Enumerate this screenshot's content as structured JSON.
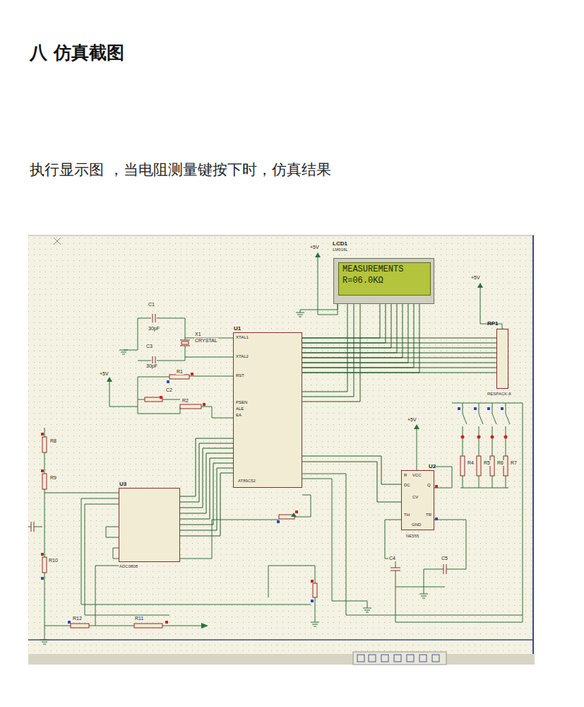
{
  "diagram": {
    "title": "八 仿真截图",
    "caption": "执行显示图 ，当电阻测量键按下时，仿真结果",
    "nodes": [
      {
        "text": [
          "LCD1",
          "LM016L",
          "MEASUREMENTS",
          "R=06.0KΩ"
        ]
      },
      {
        "text": [
          "U1",
          "AT89C52"
        ]
      },
      {
        "text": [
          "RP1",
          "RESPACK-8"
        ]
      },
      {
        "text": [
          "U2",
          "NE555"
        ]
      },
      {
        "text": [
          "U3",
          "ADC0808"
        ]
      }
    ],
    "edges": [
      {
        "from": 1,
        "to": 0,
        "arrow": "none"
      },
      {
        "from": 1,
        "to": 2,
        "arrow": "none"
      },
      {
        "from": 1,
        "to": 4,
        "arrow": "none"
      },
      {
        "from": 1,
        "to": 3,
        "arrow": "none"
      }
    ],
    "labels": [
      "X1",
      "CRYSTAL",
      "C1",
      "30pF",
      "C3",
      "30pF",
      "R1",
      "C2",
      "R2",
      "+5V",
      "+5V",
      "+5V",
      "+5V",
      "R8",
      "R9",
      "R10",
      "R12",
      "R11",
      "R4",
      "R5",
      "R6",
      "R7",
      "C4",
      "C5",
      "XTAL1",
      "XTAL2",
      "RST",
      "PSEN",
      "ALE",
      "EA",
      "VCC",
      "GND",
      "DC",
      "TH",
      "TR",
      "CV",
      "Q",
      "R"
    ]
  }
}
